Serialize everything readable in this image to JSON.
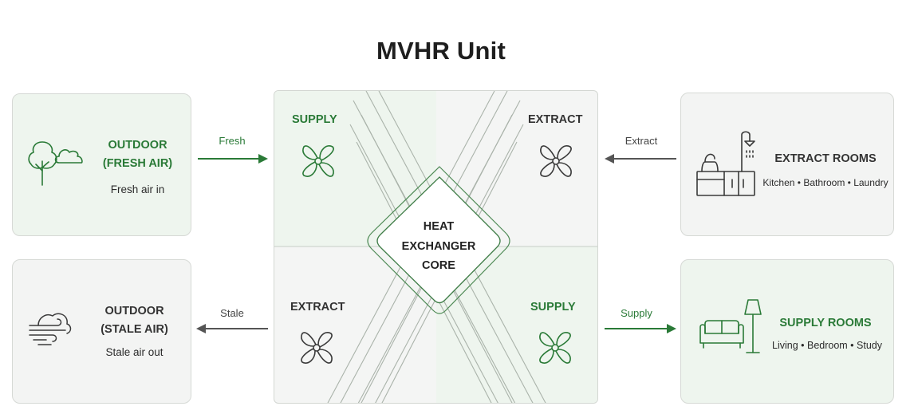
{
  "title": "MVHR Unit",
  "colors": {
    "accent_green": "#2a7a37",
    "arrow_dark": "#555555",
    "panel_green": "#eef5ee",
    "panel_grey": "#f3f4f3"
  },
  "boxes": {
    "fresh": {
      "title_line1": "OUTDOOR",
      "title_line2": "(FRESH AIR)",
      "subtitle": "Fresh air in",
      "icon": "tree-cloud-icon"
    },
    "stale": {
      "title_line1": "OUTDOOR",
      "title_line2": "(STALE AIR)",
      "subtitle": "Stale air out",
      "icon": "wind-cloud-icon"
    },
    "extract_rooms": {
      "title": "EXTRACT ROOMS",
      "subtitle": "Kitchen • Bathroom • Laundry",
      "icon": "kitchen-shower-icon"
    },
    "supply_rooms": {
      "title": "SUPPLY ROOMS",
      "subtitle": "Living • Bedroom • Study",
      "icon": "sofa-lamp-icon"
    }
  },
  "arrows": {
    "fresh": "Fresh",
    "stale": "Stale",
    "extract": "Extract",
    "supply": "Supply"
  },
  "unit": {
    "top_left": "SUPPLY",
    "top_right": "EXTRACT",
    "bottom_left": "EXTRACT",
    "bottom_right": "SUPPLY",
    "core_line1": "HEAT",
    "core_line2": "EXCHANGER",
    "core_line3": "CORE",
    "fan_icon": "fan-icon"
  }
}
